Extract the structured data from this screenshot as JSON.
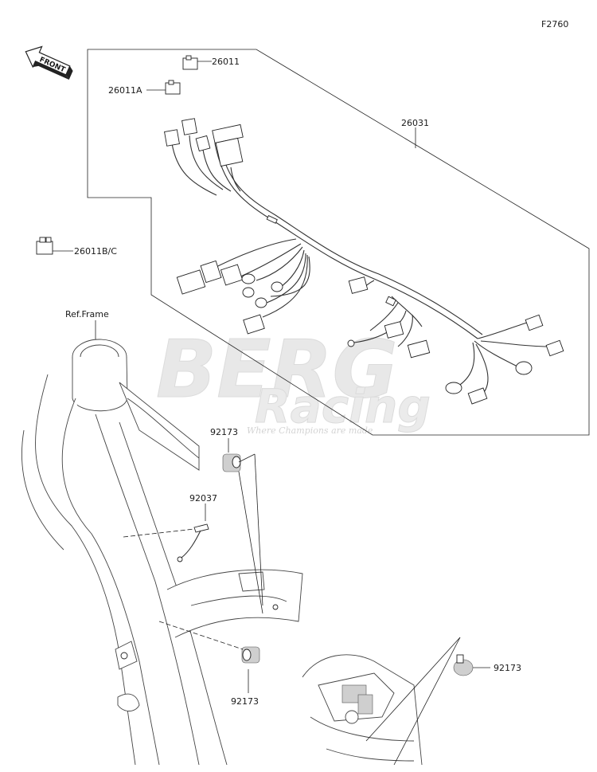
{
  "figure_code": "F2760",
  "front_arrow_label": "FRONT",
  "watermark": {
    "brand_top": "BERG",
    "brand_bottom": "Racing",
    "tagline": "Where Champions are made"
  },
  "callouts": {
    "c26011": "26011",
    "c26011A": "26011A",
    "c26031": "26031",
    "c26011BC": "26011B/C",
    "ref_frame": "Ref.Frame",
    "c92173_top": "92173",
    "c92037": "92037",
    "c92173_bottom": "92173",
    "c92173_right": "92173"
  },
  "colors": {
    "line": "#222222",
    "watermark": "#e4e4e4"
  }
}
